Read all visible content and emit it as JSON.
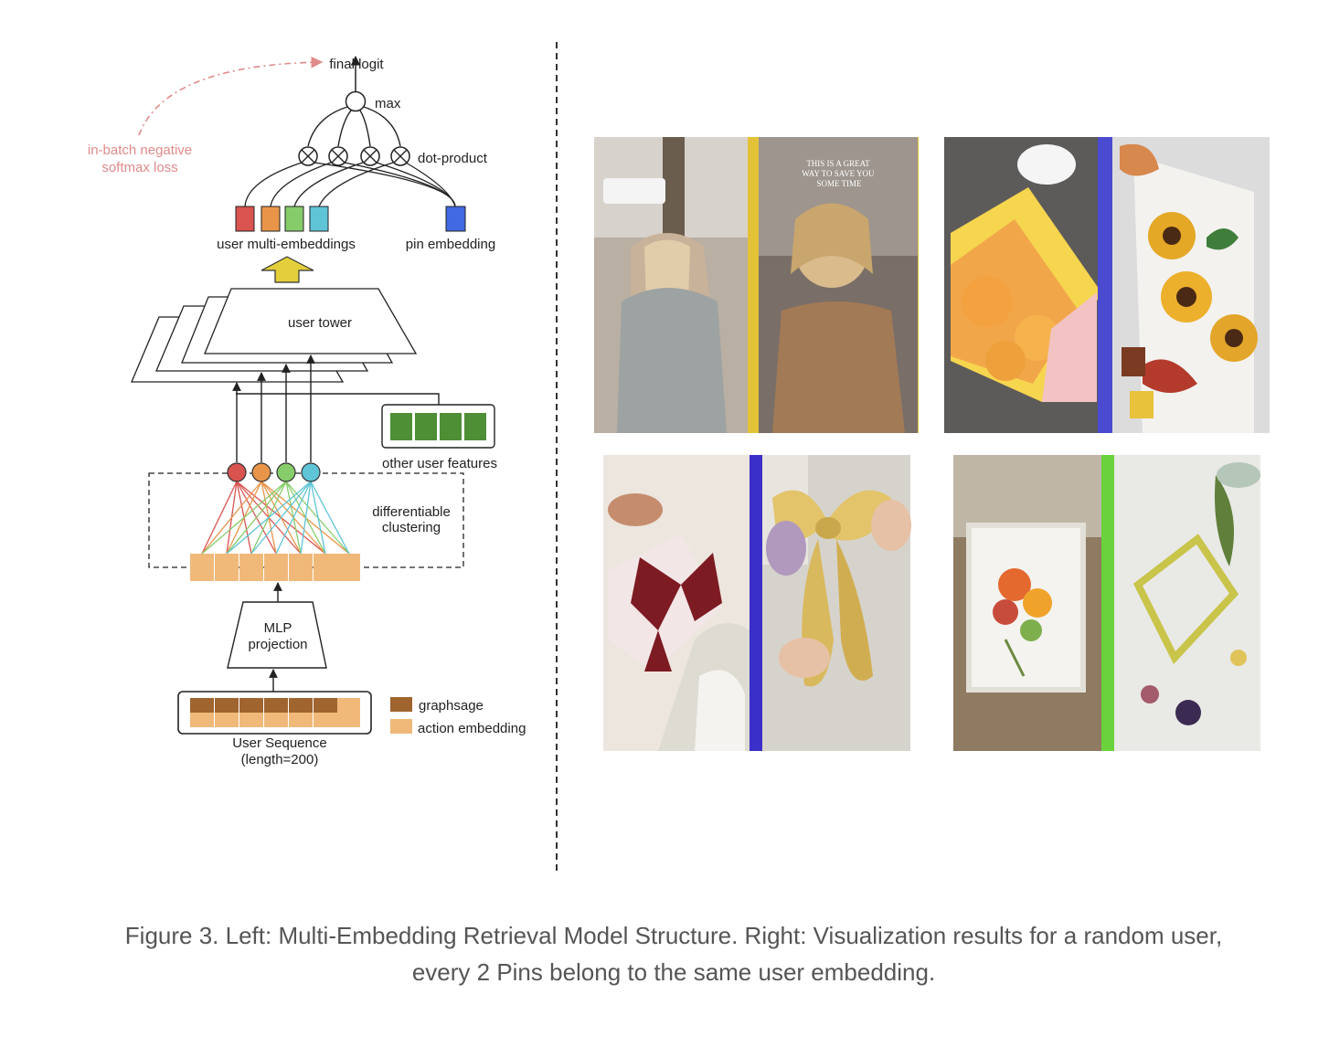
{
  "diagram": {
    "final_logit": "final logit",
    "max": "max",
    "dot_product": "dot-product",
    "loss_line1": "in-batch negative",
    "loss_line2": "softmax loss",
    "user_multi_embeddings": "user multi-embeddings",
    "pin_embedding": "pin embedding",
    "user_tower": "user tower",
    "other_user_features": "other user features",
    "diff_clustering_line1": "differentiable",
    "diff_clustering_line2": "clustering",
    "mlp_line1": "MLP",
    "mlp_line2": "projection",
    "user_sequence_line1": "User Sequence",
    "user_sequence_line2": "(length=200)",
    "legend_graphsage": "graphsage",
    "legend_action_embedding": "action embedding"
  },
  "colors": {
    "embedding_red": "#d9534f",
    "embedding_orange": "#e8954a",
    "embedding_green": "#86cc6a",
    "embedding_teal": "#5ec4d6",
    "pin_blue": "#4169e1",
    "graphsage": "#a0642f",
    "action_embedding": "#f0b97a",
    "other_features_green": "#4e8f35",
    "up_arrow_yellow": "#e3cf3a",
    "loss_pink": "#e08a8a"
  },
  "images": [
    {
      "name": "pin-pair-hair-braid",
      "divider": "#e3c237",
      "overlay_text": "THIS IS A GREAT WAY TO SAVE YOU SOME TIME"
    },
    {
      "name": "pin-pair-painting-flowers",
      "divider": "#4b4bd1"
    },
    {
      "name": "pin-pair-ribbon-bows",
      "divider": "#3b2fc9"
    },
    {
      "name": "pin-pair-pressed-flower-frames",
      "divider": "#6ad23a"
    }
  ],
  "caption": {
    "line1": "Figure 3. Left: Multi-Embedding Retrieval Model Structure. Right: Visualization results for a random user,",
    "line2": "every 2 Pins belong to the same user embedding."
  }
}
